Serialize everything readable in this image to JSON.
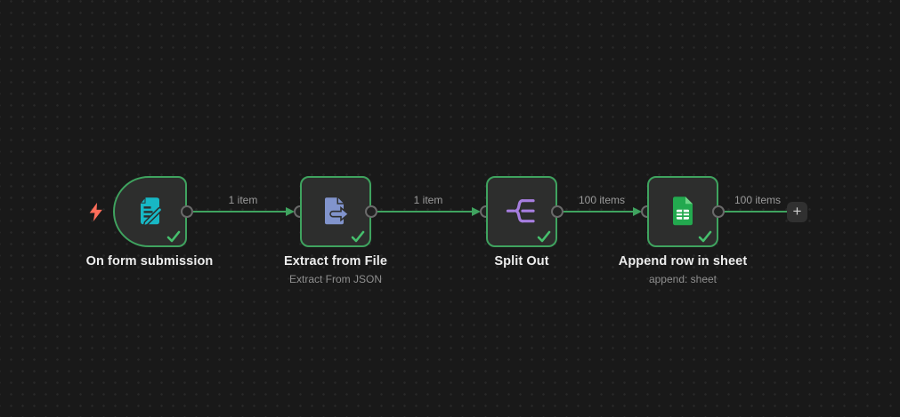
{
  "canvas": {
    "background": "#191919",
    "dot_color": "#282828",
    "accent_green": "#3fa35f",
    "node_fill": "#2d2e2d"
  },
  "trigger_bolt": {
    "icon": "lightning-icon",
    "color": "#ff6d5a"
  },
  "nodes": [
    {
      "id": "on-form-submission",
      "title": "On form submission",
      "subtitle": "",
      "icon": "form-pencil-icon",
      "icon_color": "#17b8c5",
      "shape": "trigger",
      "status": "success"
    },
    {
      "id": "extract-from-file",
      "title": "Extract from File",
      "subtitle": "Extract From JSON",
      "icon": "file-export-icon",
      "icon_color": "#8194cc",
      "shape": "square",
      "status": "success"
    },
    {
      "id": "split-out",
      "title": "Split Out",
      "subtitle": "",
      "icon": "split-branch-icon",
      "icon_color": "#a77ee0",
      "shape": "square",
      "status": "success"
    },
    {
      "id": "append-row-in-sheet",
      "title": "Append row in sheet",
      "subtitle": "append: sheet",
      "icon": "google-sheets-icon",
      "icon_color": "#23a94f",
      "sheet_fold_color": "#6fd387",
      "status": "success"
    }
  ],
  "connections": [
    {
      "from": "on-form-submission",
      "to": "extract-from-file",
      "label": "1 item"
    },
    {
      "from": "extract-from-file",
      "to": "split-out",
      "label": "1 item"
    },
    {
      "from": "split-out",
      "to": "append-row-in-sheet",
      "label": "100 items"
    },
    {
      "from": "append-row-in-sheet",
      "to": "add-node-button",
      "label": "100 items"
    }
  ],
  "add_button": {
    "label": "+"
  },
  "status": {
    "check_color": "#46c06d"
  }
}
